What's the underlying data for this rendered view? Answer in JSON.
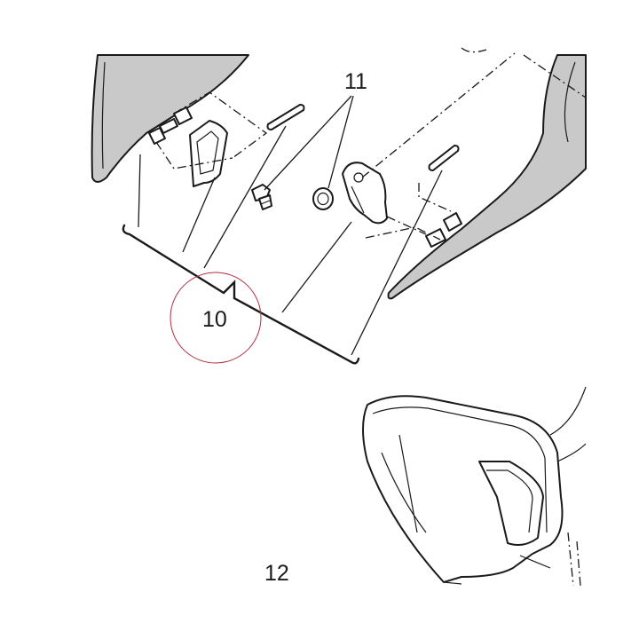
{
  "callouts": {
    "part_10": "10",
    "part_11": "11",
    "part_12": "12"
  },
  "colors": {
    "line": "#1a1a1a",
    "panel_fill": "#c9c9c9",
    "highlight_circle": "#b03040"
  }
}
